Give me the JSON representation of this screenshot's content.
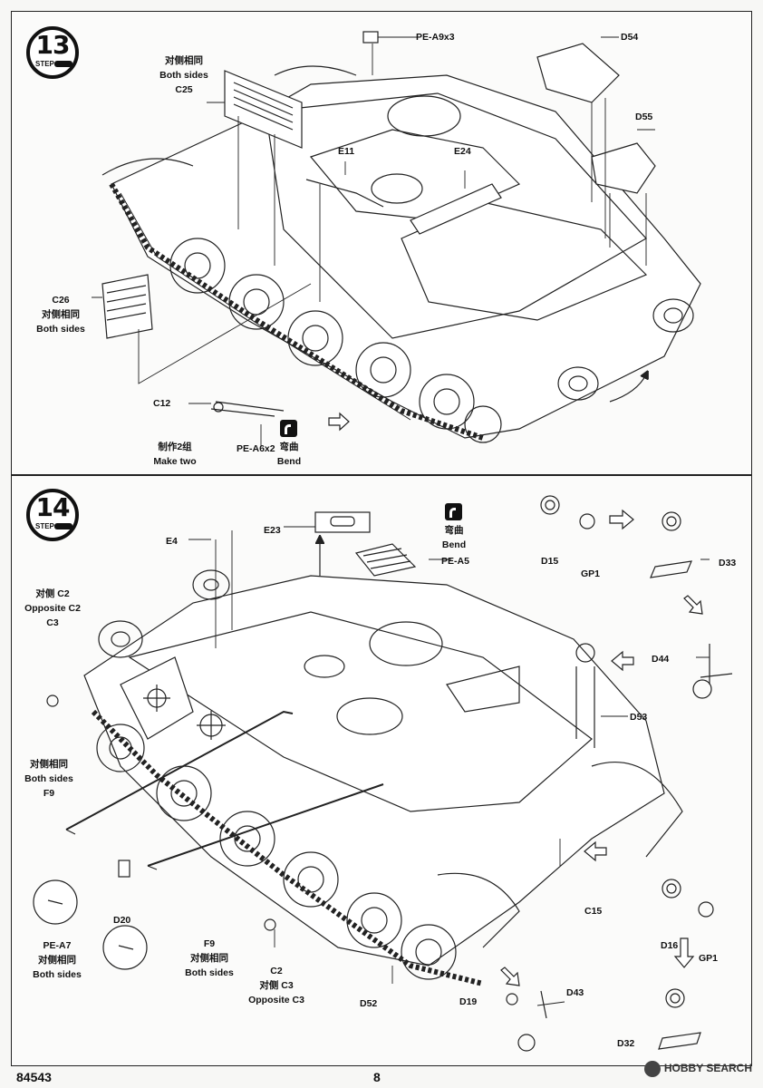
{
  "step13": {
    "number": "13",
    "step_word": "STEP",
    "labels": {
      "pe_a9x3": "PE-A9x3",
      "d54": "D54",
      "d55": "D55",
      "c25_cn": "对侧相同",
      "c25_en": "Both sides",
      "c25": "C25",
      "e11": "E11",
      "e24": "E24",
      "c26": "C26",
      "c26_cn": "对侧相同",
      "c26_en": "Both sides",
      "c12": "C12",
      "make_two_cn": "制作2组",
      "make_two_en": "Make two",
      "pe_a6x2": "PE-A6x2",
      "bend_cn": "弯曲",
      "bend_en": "Bend"
    }
  },
  "step14": {
    "number": "14",
    "step_word": "STEP",
    "labels": {
      "e4": "E4",
      "e23": "E23",
      "bend_cn": "弯曲",
      "bend_en": "Bend",
      "pe_a5": "PE-A5",
      "d15": "D15",
      "gp1_top": "GP1",
      "d33": "D33",
      "opp_c2_cn": "对侧 C2",
      "opp_c2_en": "Opposite C2",
      "c3": "C3",
      "d44": "D44",
      "d53": "D53",
      "f9_cn": "对侧相同",
      "f9_en": "Both sides",
      "f9": "F9",
      "d20": "D20",
      "pe_a7": "PE-A7",
      "pe_a7_cn": "对侧相同",
      "pe_a7_en": "Both sides",
      "f9b": "F9",
      "f9b_cn": "对侧相同",
      "f9b_en": "Both sides",
      "c2": "C2",
      "opp_c3_cn": "对侧 C3",
      "opp_c3_en": "Opposite C3",
      "d52": "D52",
      "c15": "C15",
      "d16": "D16",
      "gp1_bottom": "GP1",
      "d19": "D19",
      "d43": "D43",
      "d32": "D32"
    }
  },
  "footer": {
    "product_code": "84543",
    "page_number": "8"
  },
  "watermark": "HOBBY SEARCH"
}
